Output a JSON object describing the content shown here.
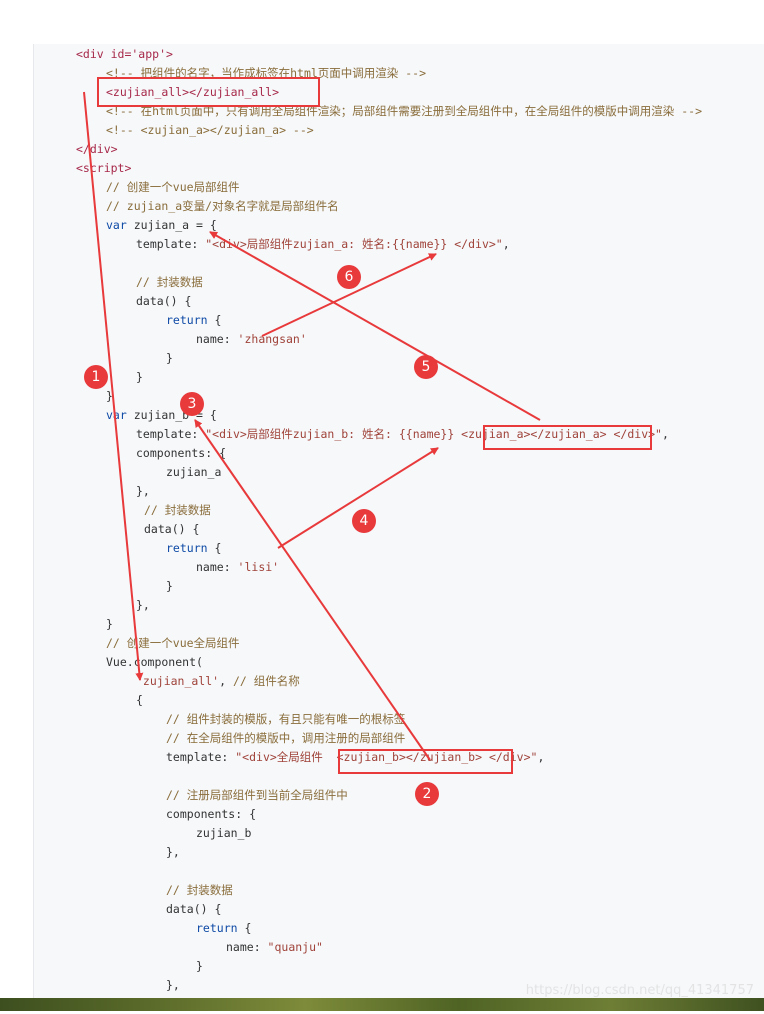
{
  "code": {
    "lines": [
      [
        {
          "t": "<div id='app'>",
          "c": "tag"
        }
      ],
      [
        {
          "t": "<!-- 把组件的名字，当作成标签在html页面中调用渲染 -->",
          "c": "comment"
        }
      ],
      [
        {
          "t": "<zujian_all></zujian_all>",
          "c": "tag"
        }
      ],
      [
        {
          "t": "<!-- 在html页面中，只有调用全局组件渲染；局部组件需要注册到全局组件中，在全局组件的模版中调用渲染 -->",
          "c": "comment"
        }
      ],
      [
        {
          "t": "<!-- <zujian_a></zujian_a> -->",
          "c": "comment"
        }
      ],
      [
        {
          "t": "</div>",
          "c": "tag"
        }
      ],
      [
        {
          "t": "<script>",
          "c": "tag"
        }
      ],
      [
        {
          "t": "// 创建一个vue局部组件",
          "c": "comment"
        }
      ],
      [
        {
          "t": "// zujian_a变量/对象名字就是局部组件名",
          "c": "comment"
        }
      ],
      [
        {
          "t": "var ",
          "c": "keyword"
        },
        {
          "t": "zujian_a = {",
          "c": "plain"
        }
      ],
      [
        {
          "t": "template: ",
          "c": "plain"
        },
        {
          "t": "\"<div>局部组件zujian_a: 姓名:{{name}} </div>\"",
          "c": "string"
        },
        {
          "t": ",",
          "c": "plain"
        }
      ],
      [
        {
          "t": "",
          "c": "plain"
        }
      ],
      [
        {
          "t": "// 封装数据",
          "c": "comment"
        }
      ],
      [
        {
          "t": "data() {",
          "c": "plain"
        }
      ],
      [
        {
          "t": "return ",
          "c": "keyword"
        },
        {
          "t": "{",
          "c": "plain"
        }
      ],
      [
        {
          "t": "name: ",
          "c": "plain"
        },
        {
          "t": "'zhangsan'",
          "c": "string"
        }
      ],
      [
        {
          "t": "}",
          "c": "plain"
        }
      ],
      [
        {
          "t": "}",
          "c": "plain"
        }
      ],
      [
        {
          "t": "}",
          "c": "plain"
        }
      ],
      [
        {
          "t": "var ",
          "c": "keyword"
        },
        {
          "t": "zujian_b = {",
          "c": "plain"
        }
      ],
      [
        {
          "t": "template: ",
          "c": "plain"
        },
        {
          "t": "\"<div>局部组件zujian_b: 姓名: {{name}} <zujian_a></zujian_a> </div>\"",
          "c": "string"
        },
        {
          "t": ",",
          "c": "plain"
        }
      ],
      [
        {
          "t": "components: {",
          "c": "plain"
        }
      ],
      [
        {
          "t": "zujian_a",
          "c": "plain"
        }
      ],
      [
        {
          "t": "},",
          "c": "plain"
        }
      ],
      [
        {
          "t": "// 封装数据",
          "c": "comment"
        }
      ],
      [
        {
          "t": "data() {",
          "c": "plain"
        }
      ],
      [
        {
          "t": "return ",
          "c": "keyword"
        },
        {
          "t": "{",
          "c": "plain"
        }
      ],
      [
        {
          "t": "name: ",
          "c": "plain"
        },
        {
          "t": "'lisi'",
          "c": "string"
        }
      ],
      [
        {
          "t": "}",
          "c": "plain"
        }
      ],
      [
        {
          "t": "},",
          "c": "plain"
        }
      ],
      [
        {
          "t": "}",
          "c": "plain"
        }
      ],
      [
        {
          "t": "// 创建一个vue全局组件",
          "c": "comment"
        }
      ],
      [
        {
          "t": "Vue.component(",
          "c": "plain"
        }
      ],
      [
        {
          "t": "'zujian_all'",
          "c": "string"
        },
        {
          "t": ", ",
          "c": "plain"
        },
        {
          "t": "// 组件名称",
          "c": "comment"
        }
      ],
      [
        {
          "t": "{",
          "c": "plain"
        }
      ],
      [
        {
          "t": "// 组件封装的模版，有且只能有唯一的根标签",
          "c": "comment"
        }
      ],
      [
        {
          "t": "// 在全局组件的模版中，调用注册的局部组件",
          "c": "comment"
        }
      ],
      [
        {
          "t": "template: ",
          "c": "plain"
        },
        {
          "t": "\"<div>全局组件  <zujian_b></zujian_b> </div>\"",
          "c": "string"
        },
        {
          "t": ",",
          "c": "plain"
        }
      ],
      [
        {
          "t": "",
          "c": "plain"
        }
      ],
      [
        {
          "t": "// 注册局部组件到当前全局组件中",
          "c": "comment"
        }
      ],
      [
        {
          "t": "components: {",
          "c": "plain"
        }
      ],
      [
        {
          "t": "zujian_b",
          "c": "plain"
        }
      ],
      [
        {
          "t": "},",
          "c": "plain"
        }
      ],
      [
        {
          "t": "",
          "c": "plain"
        }
      ],
      [
        {
          "t": "// 封装数据",
          "c": "comment"
        }
      ],
      [
        {
          "t": "data() {",
          "c": "plain"
        }
      ],
      [
        {
          "t": "return ",
          "c": "keyword"
        },
        {
          "t": "{",
          "c": "plain"
        }
      ],
      [
        {
          "t": "name: ",
          "c": "plain"
        },
        {
          "t": "\"quanju\"",
          "c": "string"
        }
      ],
      [
        {
          "t": "}",
          "c": "plain"
        }
      ],
      [
        {
          "t": "},",
          "c": "plain"
        }
      ],
      [
        {
          "t": "}",
          "c": "plain"
        }
      ]
    ]
  },
  "annotations": {
    "badges": [
      {
        "label": "1"
      },
      {
        "label": "2"
      },
      {
        "label": "3"
      },
      {
        "label": "4"
      },
      {
        "label": "5"
      },
      {
        "label": "6"
      }
    ],
    "accent_color": "#e8393b"
  },
  "watermark": "https://blog.csdn.net/qq_41341757",
  "colors": {
    "tag": "#a7294a",
    "comment": "#8a6d3b",
    "keyword": "#0f4aa6",
    "string": "#a0433a",
    "background": "#f6f8fa"
  }
}
